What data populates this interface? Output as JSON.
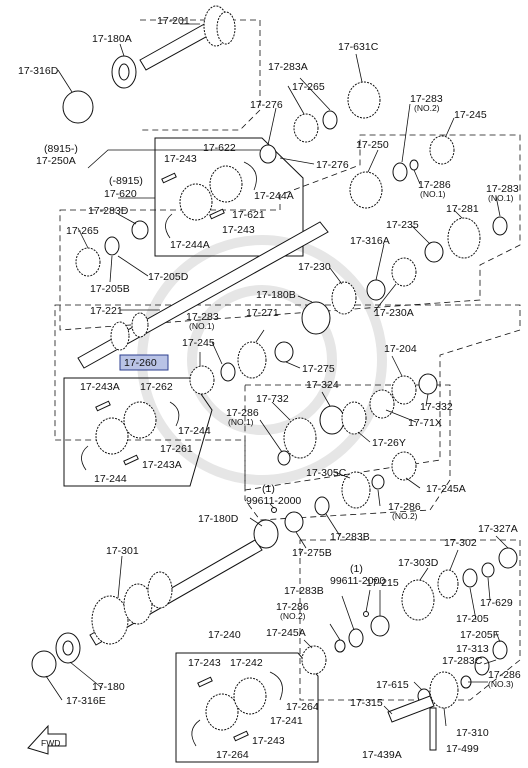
{
  "parts": {
    "p201": "17-201",
    "p180A": "17-180A",
    "p316D": "17-316D",
    "p8915a": "(8915-)",
    "p250A": "17-250A",
    "p8915b": "(-8915)",
    "p620": "17-620",
    "p243a": "17-243",
    "p622": "17-622",
    "p244Aa": "17-244A",
    "p621": "17-621",
    "p243b": "17-243",
    "p244Ab": "17-244A",
    "p283A": "17-283A",
    "p631C": "17-631C",
    "p265a": "17-265",
    "p276a": "17-276",
    "p276b": "17-276",
    "p250": "17-250",
    "p283n2a": "17-283",
    "p283n2a_sub": "(NO.2)",
    "p245": "17-245",
    "p286n1a": "17-286",
    "p286n1a_sub": "(NO.1)",
    "p283n1a": "17-283",
    "p283n1a_sub": "(NO.1)",
    "p283D": "17-283D",
    "p265b": "17-265",
    "p205B": "17-205B",
    "p205D": "17-205D",
    "p235": "17-235",
    "p281": "17-281",
    "p316A": "17-316A",
    "p230": "17-230",
    "p230A": "17-230A",
    "p180B": "17-180B",
    "p221": "17-221",
    "p283n1b": "17-283",
    "p283n1b_sub": "(NO.1)",
    "p271": "17-271",
    "p245b": "17-245",
    "p275": "17-275",
    "p260": "17-260",
    "p243A": "17-243A",
    "p262": "17-262",
    "p244a": "17-244",
    "p261": "17-261",
    "p243Ab": "17-243A",
    "p244b": "17-244",
    "p204": "17-204",
    "p324": "17-324",
    "p332": "17-332",
    "p732": "17-732",
    "p286n1b": "17-286",
    "p286n1b_sub": "(NO.1)",
    "p71X": "17-71X",
    "p26Y": "17-26Y",
    "p305C": "17-305C",
    "p245A": "17-245A",
    "p1a": "(1)",
    "p99611a": "99611-2000",
    "p180D": "17-180D",
    "p286n2a": "17-286",
    "p286n2a_sub": "(NO.2)",
    "p283B": "17-283B",
    "p275B": "17-275B",
    "p327A": "17-327A",
    "p301": "17-301",
    "p303D": "17-303D",
    "p302": "17-302",
    "p1b": "(1)",
    "p99611b": "99611-2000",
    "p283Bb": "17-283B",
    "p215": "17-215",
    "p629": "17-629",
    "p205": "17-205",
    "p286n2b": "17-286",
    "p286n2b_sub": "(NO.2)",
    "p245Ab": "17-245A",
    "p205F": "17-205F",
    "p313": "17-313",
    "p240": "17-240",
    "p243c": "17-243",
    "p242": "17-242",
    "p283C": "17-283C",
    "p264a": "17-264",
    "p241": "17-241",
    "p286n3": "17-286",
    "p286n3_sub": "(NO.3)",
    "p180": "17-180",
    "p316E": "17-316E",
    "p615": "17-615",
    "p315": "17-315",
    "p310": "17-310",
    "p243d": "17-243",
    "p264b": "17-264",
    "p439A": "17-439A",
    "p499": "17-499",
    "fwd": "FWD"
  },
  "highlight_color": "#b9c3e6"
}
